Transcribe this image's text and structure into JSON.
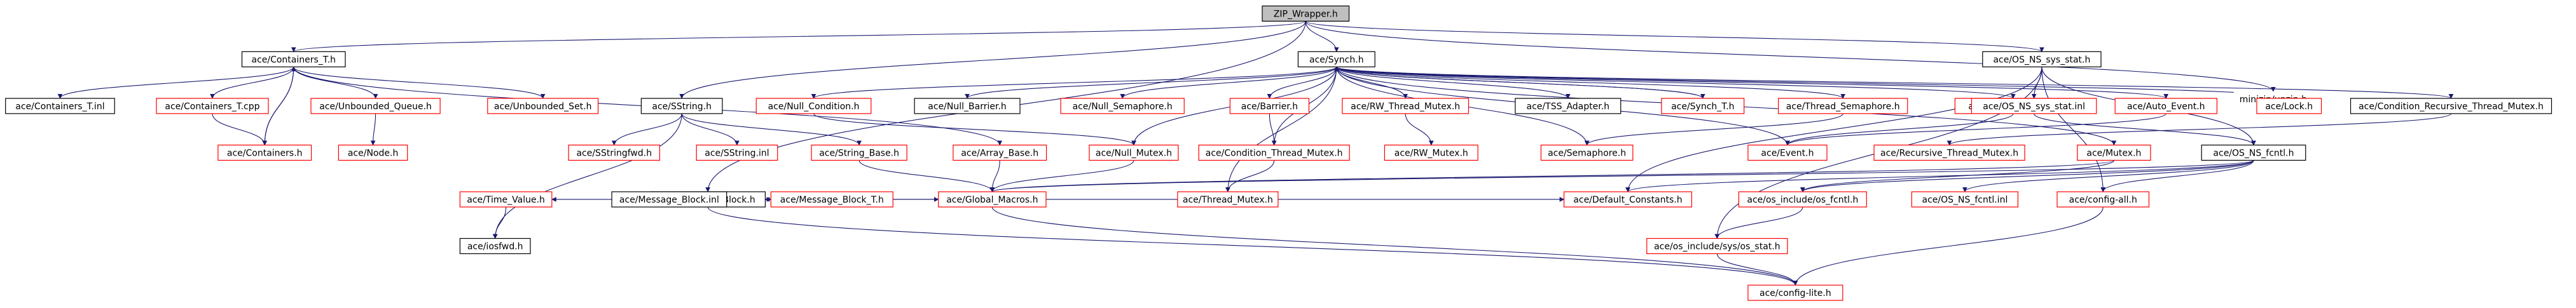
{
  "diagram": {
    "kind": "include-dependency-graph",
    "colors": {
      "edge": "#191970",
      "root_fill": "#bfbfbf",
      "normal_border": "#000000",
      "missing_border": "#ff0000"
    },
    "nodes": [
      {
        "id": "zip_wrapper",
        "label": "ZIP_Wrapper.h",
        "style": "root"
      },
      {
        "id": "containers_t",
        "label": "ace/Containers_T.h",
        "style": "normal"
      },
      {
        "id": "synch",
        "label": "ace/Synch.h",
        "style": "normal"
      },
      {
        "id": "os_ns_sys_stat",
        "label": "ace/OS_NS_sys_stat.h",
        "style": "normal"
      },
      {
        "id": "minizip",
        "label": "minizip/unzip.h",
        "style": "nobox"
      },
      {
        "id": "containers_t_inl",
        "label": "ace/Containers_T.inl",
        "style": "normal"
      },
      {
        "id": "containers_t_cpp",
        "label": "ace/Containers_T.cpp",
        "style": "red"
      },
      {
        "id": "unbounded_queue",
        "label": "ace/Unbounded_Queue.h",
        "style": "red"
      },
      {
        "id": "unbounded_set",
        "label": "ace/Unbounded_Set.h",
        "style": "red"
      },
      {
        "id": "sstring",
        "label": "ace/SString.h",
        "style": "normal"
      },
      {
        "id": "null_condition",
        "label": "ace/Null_Condition.h",
        "style": "red"
      },
      {
        "id": "null_barrier",
        "label": "ace/Null_Barrier.h",
        "style": "normal"
      },
      {
        "id": "null_semaphore",
        "label": "ace/Null_Semaphore.h",
        "style": "red"
      },
      {
        "id": "barrier",
        "label": "ace/Barrier.h",
        "style": "red"
      },
      {
        "id": "rw_thread_mutex",
        "label": "ace/RW_Thread_Mutex.h",
        "style": "red"
      },
      {
        "id": "tss_adapter",
        "label": "ace/TSS_Adapter.h",
        "style": "normal"
      },
      {
        "id": "synch_t",
        "label": "ace/Synch_T.h",
        "style": "red"
      },
      {
        "id": "thread_semaphore",
        "label": "ace/Thread_Semaphore.h",
        "style": "red"
      },
      {
        "id": "manual_event",
        "label": "ace/Manual_Event.h",
        "style": "red"
      },
      {
        "id": "auto_event",
        "label": "ace/Auto_Event.h",
        "style": "red"
      },
      {
        "id": "lock",
        "label": "ace/Lock.h",
        "style": "red"
      },
      {
        "id": "cond_rec_thread_mutex",
        "label": "ace/Condition_Recursive_Thread_Mutex.h",
        "style": "normal"
      },
      {
        "id": "os_ns_sys_stat_inl",
        "label": "ace/OS_NS_sys_stat.inl",
        "style": "red"
      },
      {
        "id": "containers_h",
        "label": "ace/Containers.h",
        "style": "red"
      },
      {
        "id": "node_h",
        "label": "ace/Node.h",
        "style": "red"
      },
      {
        "id": "sstringfwd",
        "label": "ace/SStringfwd.h",
        "style": "red"
      },
      {
        "id": "sstring_inl",
        "label": "ace/SString.inl",
        "style": "red"
      },
      {
        "id": "string_base",
        "label": "ace/String_Base.h",
        "style": "red"
      },
      {
        "id": "array_base",
        "label": "ace/Array_Base.h",
        "style": "red"
      },
      {
        "id": "null_mutex",
        "label": "ace/Null_Mutex.h",
        "style": "red"
      },
      {
        "id": "cond_thread_mutex",
        "label": "ace/Condition_Thread_Mutex.h",
        "style": "red"
      },
      {
        "id": "rw_mutex",
        "label": "ace/RW_Mutex.h",
        "style": "red"
      },
      {
        "id": "semaphore",
        "label": "ace/Semaphore.h",
        "style": "red"
      },
      {
        "id": "event",
        "label": "ace/Event.h",
        "style": "red"
      },
      {
        "id": "recursive_thread_mutex",
        "label": "ace/Recursive_Thread_Mutex.h",
        "style": "red"
      },
      {
        "id": "mutex",
        "label": "ace/Mutex.h",
        "style": "red"
      },
      {
        "id": "os_ns_fcntl",
        "label": "ace/OS_NS_fcntl.h",
        "style": "normal"
      },
      {
        "id": "message_block",
        "label": "ace/Message_Block.h",
        "style": "normal"
      },
      {
        "id": "time_value",
        "label": "ace/Time_Value.h",
        "style": "red"
      },
      {
        "id": "message_block_inl",
        "label": "ace/Message_Block.inl",
        "style": "normal"
      },
      {
        "id": "message_block_t",
        "label": "ace/Message_Block_T.h",
        "style": "red"
      },
      {
        "id": "global_macros",
        "label": "ace/Global_Macros.h",
        "style": "red"
      },
      {
        "id": "thread_mutex",
        "label": "ace/Thread_Mutex.h",
        "style": "red"
      },
      {
        "id": "default_constants",
        "label": "ace/Default_Constants.h",
        "style": "red"
      },
      {
        "id": "os_include_fcntl",
        "label": "ace/os_include/os_fcntl.h",
        "style": "red"
      },
      {
        "id": "os_ns_fcntl_inl",
        "label": "ace/OS_NS_fcntl.inl",
        "style": "red"
      },
      {
        "id": "config_all",
        "label": "ace/config-all.h",
        "style": "red"
      },
      {
        "id": "iosfwd",
        "label": "ace/iosfwd.h",
        "style": "normal"
      },
      {
        "id": "os_include_sys_stat",
        "label": "ace/os_include/sys/os_stat.h",
        "style": "red"
      },
      {
        "id": "config_lite",
        "label": "ace/config-lite.h",
        "style": "red"
      }
    ],
    "edges": [
      [
        "zip_wrapper",
        "containers_t"
      ],
      [
        "zip_wrapper",
        "synch"
      ],
      [
        "zip_wrapper",
        "os_ns_sys_stat"
      ],
      [
        "zip_wrapper",
        "minizip"
      ],
      [
        "zip_wrapper",
        "sstring"
      ],
      [
        "zip_wrapper",
        "message_block"
      ],
      [
        "containers_t",
        "containers_t_inl"
      ],
      [
        "containers_t",
        "containers_t_cpp"
      ],
      [
        "containers_t",
        "unbounded_queue"
      ],
      [
        "containers_t",
        "unbounded_set"
      ],
      [
        "containers_t",
        "containers_h"
      ],
      [
        "containers_t",
        "array_base"
      ],
      [
        "containers_t_cpp",
        "containers_h"
      ],
      [
        "containers_h",
        "containers_t"
      ],
      [
        "unbounded_queue",
        "node_h"
      ],
      [
        "sstring",
        "sstringfwd"
      ],
      [
        "sstring",
        "sstring_inl"
      ],
      [
        "sstring",
        "string_base"
      ],
      [
        "sstring",
        "iosfwd"
      ],
      [
        "string_base",
        "global_macros"
      ],
      [
        "array_base",
        "global_macros"
      ],
      [
        "synch",
        "null_condition"
      ],
      [
        "synch",
        "null_barrier"
      ],
      [
        "synch",
        "null_semaphore"
      ],
      [
        "synch",
        "barrier"
      ],
      [
        "synch",
        "rw_thread_mutex"
      ],
      [
        "synch",
        "tss_adapter"
      ],
      [
        "synch",
        "synch_t"
      ],
      [
        "synch",
        "thread_semaphore"
      ],
      [
        "synch",
        "manual_event"
      ],
      [
        "synch",
        "auto_event"
      ],
      [
        "synch",
        "lock"
      ],
      [
        "synch",
        "cond_rec_thread_mutex"
      ],
      [
        "synch",
        "mutex"
      ],
      [
        "synch",
        "null_mutex"
      ],
      [
        "synch",
        "thread_mutex"
      ],
      [
        "synch",
        "cond_thread_mutex"
      ],
      [
        "synch",
        "semaphore"
      ],
      [
        "synch",
        "event"
      ],
      [
        "synch_t",
        "synch"
      ],
      [
        "null_condition",
        "null_mutex"
      ],
      [
        "null_mutex",
        "global_macros"
      ],
      [
        "barrier",
        "cond_thread_mutex"
      ],
      [
        "cond_thread_mutex",
        "thread_mutex"
      ],
      [
        "rw_thread_mutex",
        "rw_mutex"
      ],
      [
        "thread_semaphore",
        "semaphore"
      ],
      [
        "manual_event",
        "event"
      ],
      [
        "auto_event",
        "event"
      ],
      [
        "cond_rec_thread_mutex",
        "recursive_thread_mutex"
      ],
      [
        "mutex",
        "global_macros"
      ],
      [
        "mutex",
        "os_include_fcntl"
      ],
      [
        "os_ns_sys_stat",
        "os_ns_sys_stat_inl"
      ],
      [
        "os_ns_sys_stat",
        "os_ns_fcntl"
      ],
      [
        "os_ns_sys_stat",
        "config_all"
      ],
      [
        "os_ns_sys_stat",
        "default_constants"
      ],
      [
        "os_ns_sys_stat",
        "os_include_sys_stat"
      ],
      [
        "os_ns_sys_stat_inl",
        "os_ns_fcntl"
      ],
      [
        "os_ns_fcntl",
        "global_macros"
      ],
      [
        "os_ns_fcntl",
        "default_constants"
      ],
      [
        "os_ns_fcntl",
        "os_include_fcntl"
      ],
      [
        "os_ns_fcntl",
        "os_ns_fcntl_inl"
      ],
      [
        "os_ns_fcntl",
        "config_all"
      ],
      [
        "os_include_fcntl",
        "os_include_sys_stat"
      ],
      [
        "os_include_sys_stat",
        "config_lite"
      ],
      [
        "config_all",
        "config_lite"
      ],
      [
        "global_macros",
        "config_lite"
      ],
      [
        "message_block",
        "time_value"
      ],
      [
        "message_block",
        "message_block_inl"
      ],
      [
        "message_block",
        "message_block_t"
      ],
      [
        "message_block",
        "global_macros"
      ],
      [
        "message_block",
        "default_constants"
      ],
      [
        "message_block",
        "config_lite"
      ],
      [
        "message_block_t",
        "message_block"
      ],
      [
        "time_value",
        "iosfwd"
      ]
    ]
  }
}
